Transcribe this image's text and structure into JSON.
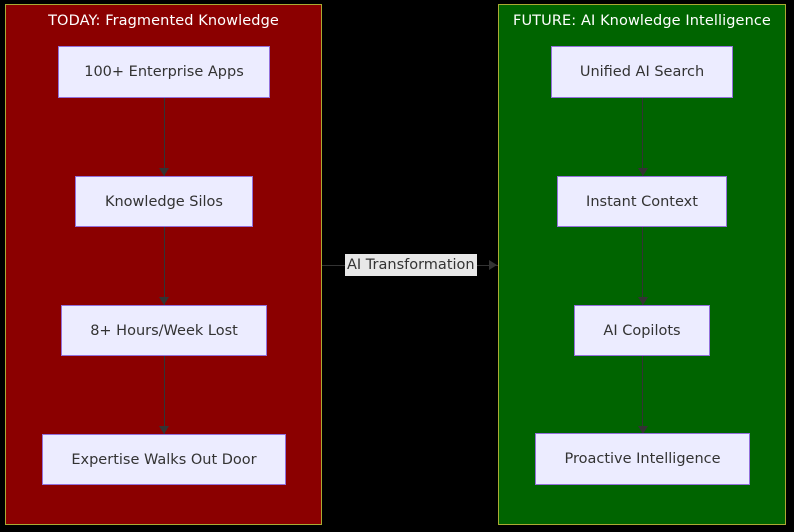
{
  "diagram": {
    "type": "flowchart",
    "background_color": "#000000",
    "subgraphs": [
      {
        "id": "today",
        "title": "TODAY: Fragmented Knowledge",
        "fill_color": "#8B0000",
        "border_color": "#AAAA33",
        "title_color": "#FFFFFF",
        "nodes": [
          {
            "id": "today-n1",
            "label": "100+ Enterprise Apps"
          },
          {
            "id": "today-n2",
            "label": "Knowledge Silos"
          },
          {
            "id": "today-n3",
            "label": "8+ Hours/Week Lost"
          },
          {
            "id": "today-n4",
            "label": "Expertise Walks Out Door"
          }
        ]
      },
      {
        "id": "future",
        "title": "FUTURE: AI Knowledge Intelligence",
        "fill_color": "#006400",
        "border_color": "#AAAA33",
        "title_color": "#FFFFFF",
        "nodes": [
          {
            "id": "future-n1",
            "label": "Unified AI Search"
          },
          {
            "id": "future-n2",
            "label": "Instant Context"
          },
          {
            "id": "future-n3",
            "label": "AI Copilots"
          },
          {
            "id": "future-n4",
            "label": "Proactive Intelligence"
          }
        ]
      }
    ],
    "cross_edge": {
      "label": "AI Transformation",
      "from": "today",
      "to": "future",
      "label_background": "#E8E8E8",
      "line_color": "#333333"
    },
    "node_style": {
      "fill": "#ECECFF",
      "stroke": "#9370DB",
      "text_color": "#333333"
    }
  }
}
